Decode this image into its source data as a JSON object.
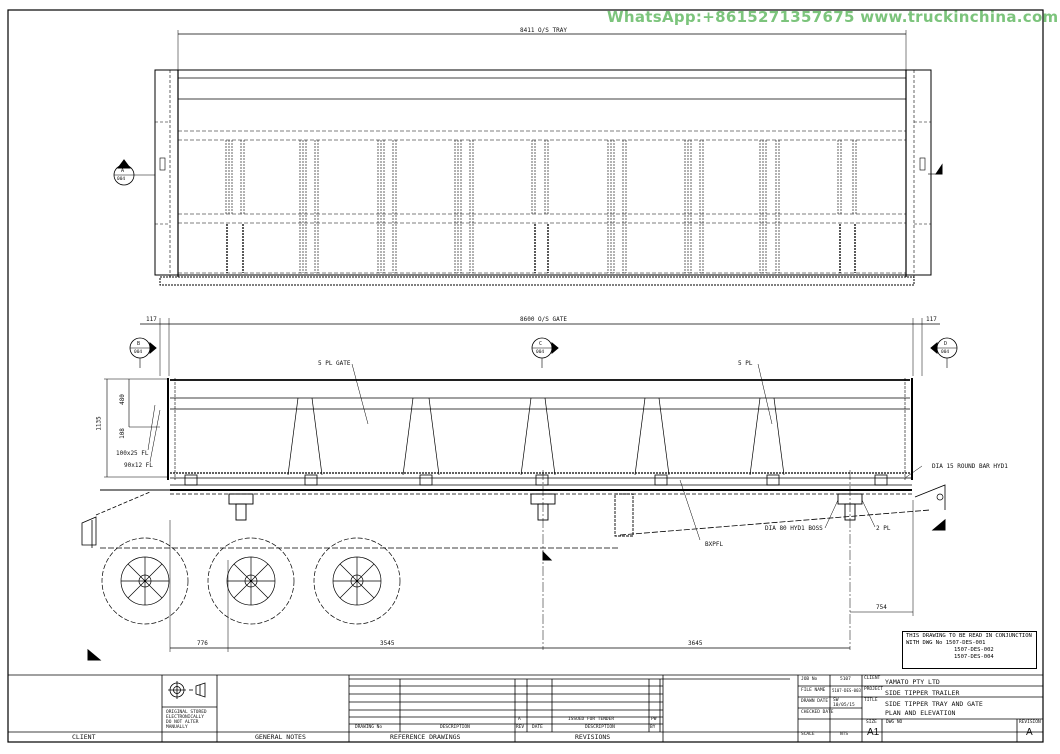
{
  "watermark": "WhatsApp:+8615271357675  www.truckinchina.com",
  "plan_view": {
    "overall_dim": "8411 O/S TRAY",
    "section_marker_a": {
      "letter": "A",
      "sheet": "004"
    }
  },
  "elevation_view": {
    "gate_dim": "8600 O/S GATE",
    "end_dim_left": "117",
    "end_dim_right": "117",
    "section_marker_b": {
      "letter": "B",
      "sheet": "004"
    },
    "section_marker_c": {
      "letter": "C",
      "sheet": "004"
    },
    "section_marker_d": {
      "letter": "D",
      "sheet": "004"
    },
    "height_dim": "1135",
    "upper_dim": "480",
    "lower_dim": "108",
    "callouts": {
      "gate_left": "5 PL GATE",
      "gate_right": "5 PL",
      "plate_1": "100x25 FL",
      "plate_2": "90x12 FL",
      "round_bar": "DIA 15 ROUND BAR HYD1",
      "pivot_boss": "DIA 80 HYD1 BOSS",
      "qty": "2 PL",
      "bearer": "BXPFL"
    },
    "axle_dims": [
      "776",
      "3545",
      "3645"
    ],
    "rear_overhang": "754"
  },
  "note_box": {
    "line1": "THIS DRAWING TO BE READ IN CONJUNCTION",
    "line2": "WITH DWG No 1507-DES-001",
    "line3": "1507-DES-002",
    "line4": "1507-DES-004"
  },
  "title_block": {
    "client_label": "CLIENT",
    "general_notes_label": "GENERAL NOTES",
    "projection_note": [
      "ORIGINAL STORED",
      "ELECTRONICALLY",
      "DO NOT ALTER",
      "MANUALLY"
    ],
    "reference_drawings_label": "REFERENCE DRAWINGS",
    "ref_drawing_no_header": "DRAWING No",
    "ref_description_header": "DESCRIPTION",
    "revisions_label": "REVISIONS",
    "rev_header": "REV",
    "date_header": "DATE",
    "rev_description_header": "DESCRIPTION",
    "by_header": "BY",
    "rev_row": {
      "rev": "A",
      "description": "ISSUED FOR TENDER",
      "by": "PW"
    },
    "job_no_label": "JOB No",
    "job_no": "5107",
    "file_name_label": "FILE NAME",
    "file_name": "5107-DES-003",
    "drawn_label": "DRAWN DATE",
    "drawn_value": "SW",
    "drawn_date": "10/05/15",
    "checked_label": "CHECKED DATE",
    "scale_label": "SCALE",
    "scale_value": "NTS",
    "client_field_label": "CLIENT",
    "client_value": "YAMATO PTY LTD",
    "project_label": "PROJECT",
    "project_value": "SIDE TIPPER TRAILER",
    "title_label": "TITLE",
    "title_line1": "SIDE TIPPER TRAY AND GATE",
    "title_line2": "PLAN AND ELEVATION",
    "size_label": "SIZE",
    "size_value": "A1",
    "dwg_no_label": "DWG NO",
    "revision_label": "REVISION",
    "revision_value": "A"
  }
}
